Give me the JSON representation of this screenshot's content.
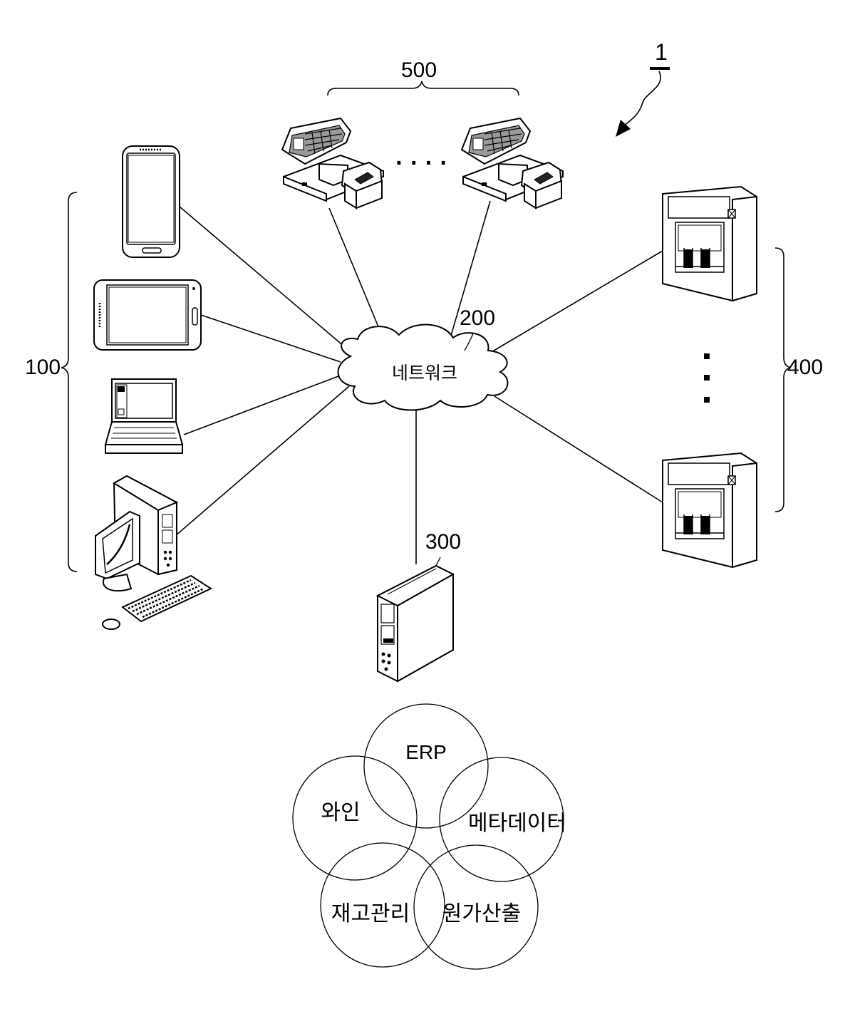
{
  "system": {
    "ref": "1"
  },
  "groups": {
    "pos_terminals": {
      "ref": "500",
      "ellipsis": "· · · ·"
    },
    "user_terminals": {
      "ref": "100"
    },
    "vending_machines": {
      "ref": "400",
      "ellipsis": "·\n·\n·"
    },
    "network": {
      "ref": "200",
      "label": "네트워크"
    },
    "server": {
      "ref": "300"
    }
  },
  "modules": [
    {
      "id": "erp",
      "label": "ERP"
    },
    {
      "id": "wine",
      "label": "와인"
    },
    {
      "id": "metadata",
      "label": "메타데이터"
    },
    {
      "id": "inventory",
      "label": "재고관리"
    },
    {
      "id": "costing",
      "label": "원가산출"
    }
  ]
}
